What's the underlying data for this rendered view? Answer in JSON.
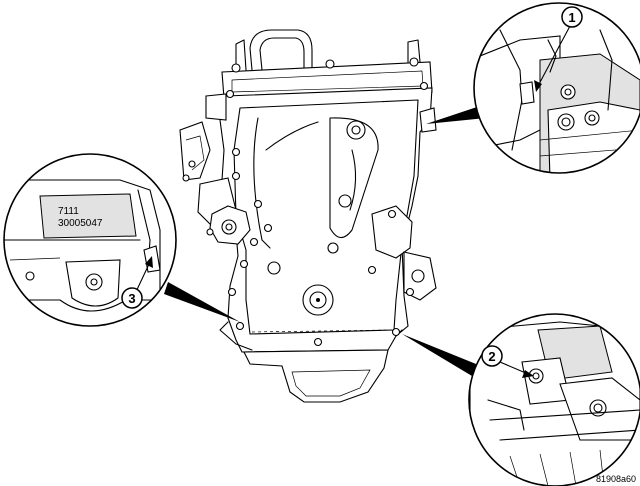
{
  "callouts": [
    {
      "number": "1"
    },
    {
      "number": "2"
    },
    {
      "number": "3"
    }
  ],
  "part_label": {
    "line1": "7111",
    "line2": "30005047"
  },
  "figure_id": "81908a60",
  "colors": {
    "line": "#000000",
    "background": "#ffffff",
    "detail_fill": "#e2e2e2"
  }
}
